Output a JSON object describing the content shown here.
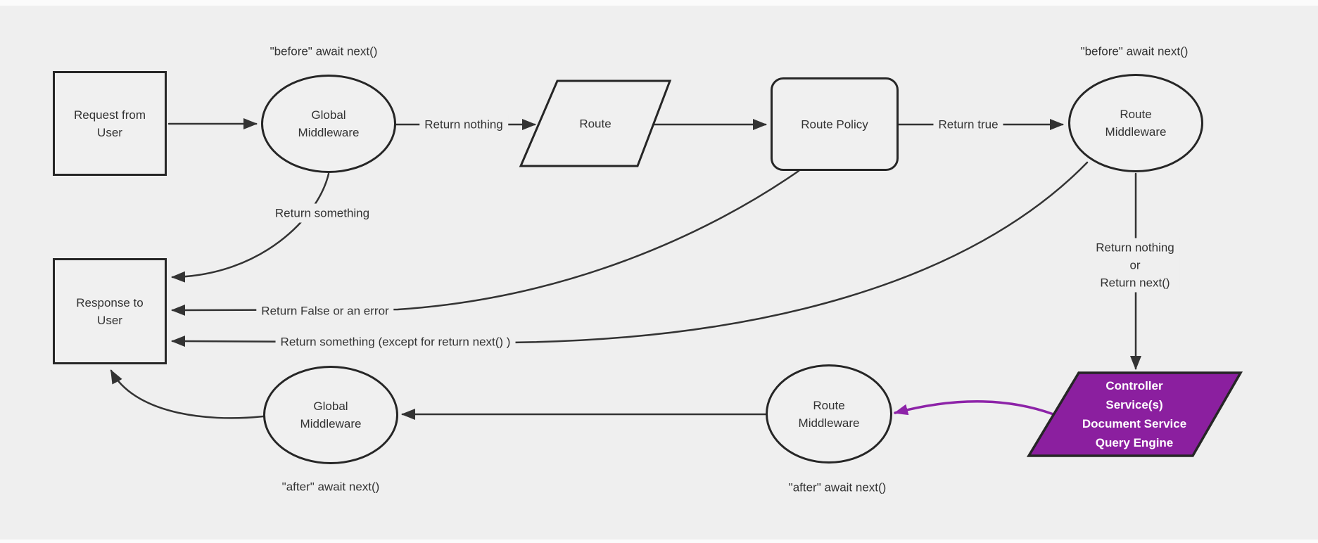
{
  "diagram": {
    "title": "request lifecycle middleware flowchart",
    "colors": {
      "background": "#efefef",
      "line": "#333333",
      "node_border": "#262626",
      "node_fill": "#f0f0f0",
      "accent_purple_fill": "#8b1f9f",
      "accent_purple_line": "#8d23a8",
      "purple_text": "#ffffff"
    },
    "nodes": {
      "request": {
        "label": "Request from\nUser",
        "shape": "rectangle"
      },
      "global_middleware_top": {
        "label": "Global\nMiddleware",
        "shape": "ellipse"
      },
      "route": {
        "label": "Route",
        "shape": "parallelogram"
      },
      "route_policy": {
        "label": "Route Policy",
        "shape": "rounded-rectangle"
      },
      "route_middleware_top": {
        "label": "Route\nMiddleware",
        "shape": "ellipse"
      },
      "response": {
        "label": "Response to\nUser",
        "shape": "rectangle"
      },
      "controller": {
        "label": "Controller\nService(s)\nDocument Service\nQuery Engine",
        "shape": "parallelogram"
      },
      "route_middleware_bottom": {
        "label": "Route\nMiddleware",
        "shape": "ellipse"
      },
      "global_middleware_bottom": {
        "label": "Global\nMiddleware",
        "shape": "ellipse"
      }
    },
    "annotations": {
      "before_await_left": "\"before\" await next()",
      "before_await_right": "\"before\" await next()",
      "after_await_left": "\"after\" await next()",
      "after_await_right": "\"after\" await next()"
    },
    "edge_labels": {
      "return_nothing": "Return nothing",
      "return_true": "Return true",
      "return_something": "Return something",
      "return_false_error": "Return False or an error",
      "return_something_except": "Return something (except for return next() )",
      "return_nothing_or_next": "Return nothing\nor\nReturn next()"
    }
  }
}
